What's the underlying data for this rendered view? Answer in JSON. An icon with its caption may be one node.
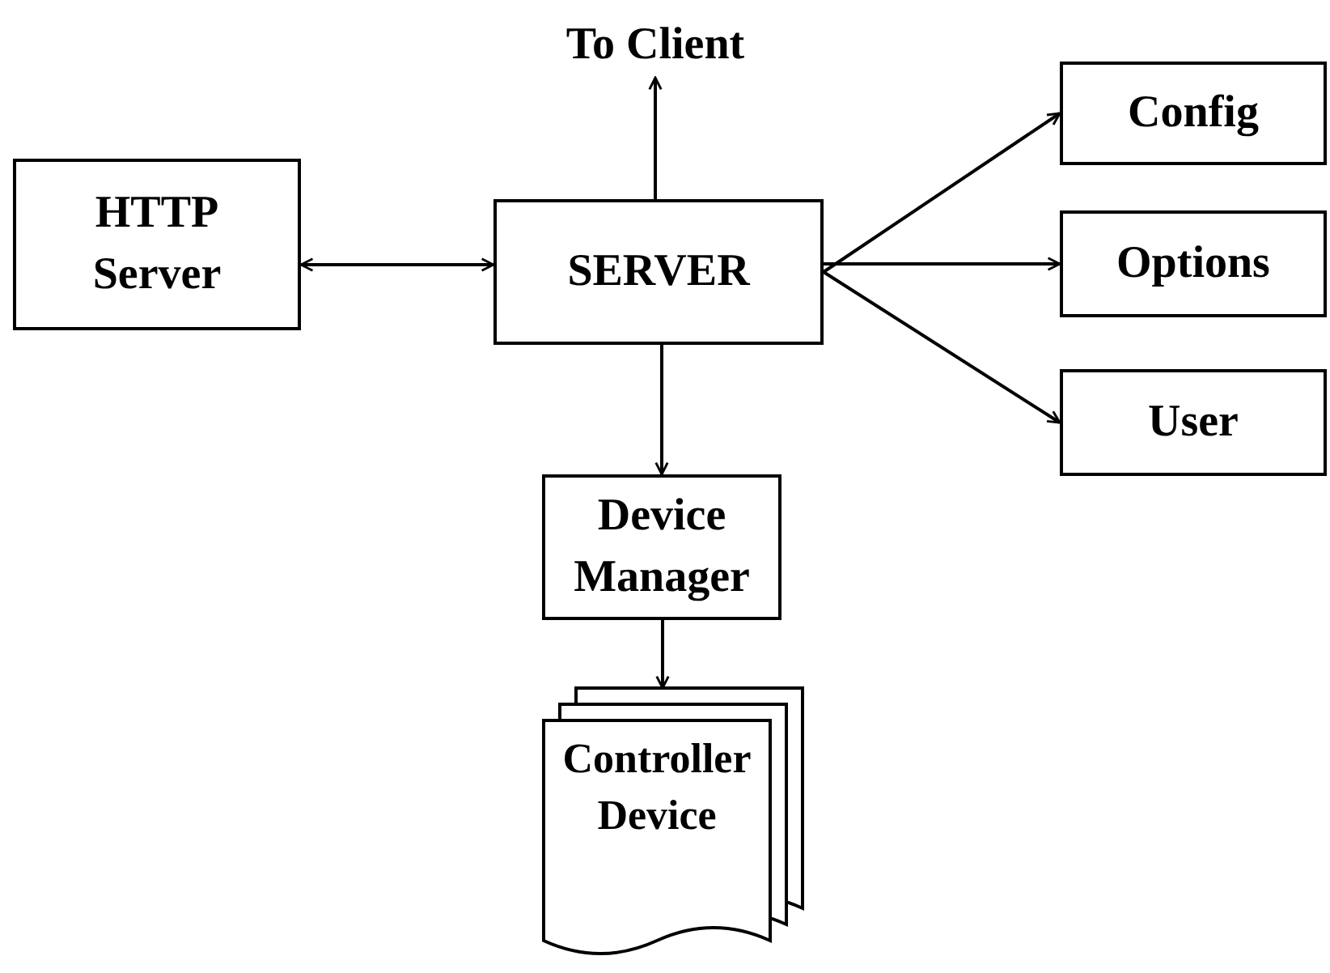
{
  "diagram": {
    "nodes": [
      {
        "text": [
          "To Client"
        ]
      },
      {
        "text": [
          "HTTP Server"
        ]
      },
      {
        "text": [
          "SERVER"
        ]
      },
      {
        "text": [
          "Config"
        ]
      },
      {
        "text": [
          "Options"
        ]
      },
      {
        "text": [
          "User"
        ]
      },
      {
        "text": [
          "Device Manager"
        ]
      },
      {
        "text": [
          "Controller Device"
        ]
      }
    ],
    "edges": [
      {
        "from": 2,
        "to": 0,
        "arrow": "to"
      },
      {
        "from": 1,
        "to": 2,
        "arrow": "both"
      },
      {
        "from": 2,
        "to": 3,
        "arrow": "to"
      },
      {
        "from": 2,
        "to": 4,
        "arrow": "to"
      },
      {
        "from": 2,
        "to": 5,
        "arrow": "to"
      },
      {
        "from": 2,
        "to": 6,
        "arrow": "to"
      },
      {
        "from": 6,
        "to": 7,
        "arrow": "to"
      }
    ]
  }
}
